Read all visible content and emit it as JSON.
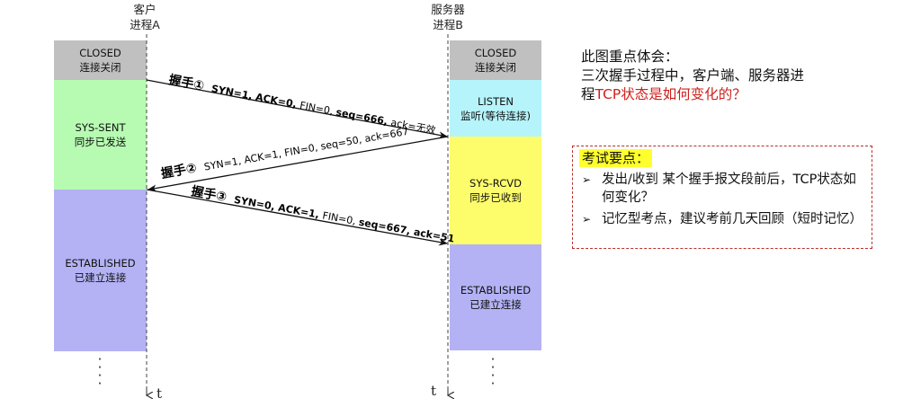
{
  "client": {
    "header": [
      "客户",
      "进程A"
    ],
    "states": [
      {
        "name": "CLOSED",
        "desc": "连接关闭",
        "color": "#c0c0c0"
      },
      {
        "name": "SYS-SENT",
        "desc": "同步已发送",
        "color": "#b6fbb1"
      },
      {
        "name": "ESTABLISHED",
        "desc": "已建立连接",
        "color": "#b4b2f4"
      }
    ],
    "time_label": "t"
  },
  "server": {
    "header": [
      "服务器",
      "进程B"
    ],
    "states": [
      {
        "name": "CLOSED",
        "desc": "连接关闭",
        "color": "#c0c0c0"
      },
      {
        "name": "LISTEN",
        "desc": "监听(等待连接)",
        "color": "#b6f4fb"
      },
      {
        "name": "SYS-RCVD",
        "desc": "同步已收到",
        "color": "#fdfc6b"
      },
      {
        "name": "ESTABLISHED",
        "desc": "已建立连接",
        "color": "#b4b2f4"
      }
    ],
    "time_label": "t"
  },
  "handshakes": [
    {
      "label": "握手①",
      "fields": [
        [
          "SYN=1, ACK=0, ",
          true
        ],
        [
          "FIN=0, ",
          false
        ],
        [
          "seq=666, ",
          true
        ],
        [
          "ack=无效",
          false
        ]
      ]
    },
    {
      "label": "握手②",
      "fields": [
        [
          "SYN=1, ACK=1, ",
          false
        ],
        [
          "FIN=0, ",
          false
        ],
        [
          "seq=50, ack=667",
          false
        ]
      ]
    },
    {
      "label": "握手③",
      "fields": [
        [
          "SYN=0, ACK=1, ",
          true
        ],
        [
          "FIN=0, ",
          false
        ],
        [
          "seq=667, ack=51",
          true
        ]
      ]
    }
  ],
  "note": {
    "line1": "此图重点体会：",
    "line2": "三次握手过程中，客户端、服务器进",
    "line3_prefix": "程",
    "line3_red": "TCP状态是如何变化的？"
  },
  "exam": {
    "title": "考试要点：",
    "bullets": [
      "发出/收到 某个握手报文段前后，TCP状态如何变化？",
      "记忆型考点，建议考前几天回顾（短时记忆）"
    ]
  },
  "colors": {
    "arrow": "#111111",
    "highlight": "#ffff2e",
    "red_text": "#d0201b",
    "exam_border": "#b5312b"
  }
}
